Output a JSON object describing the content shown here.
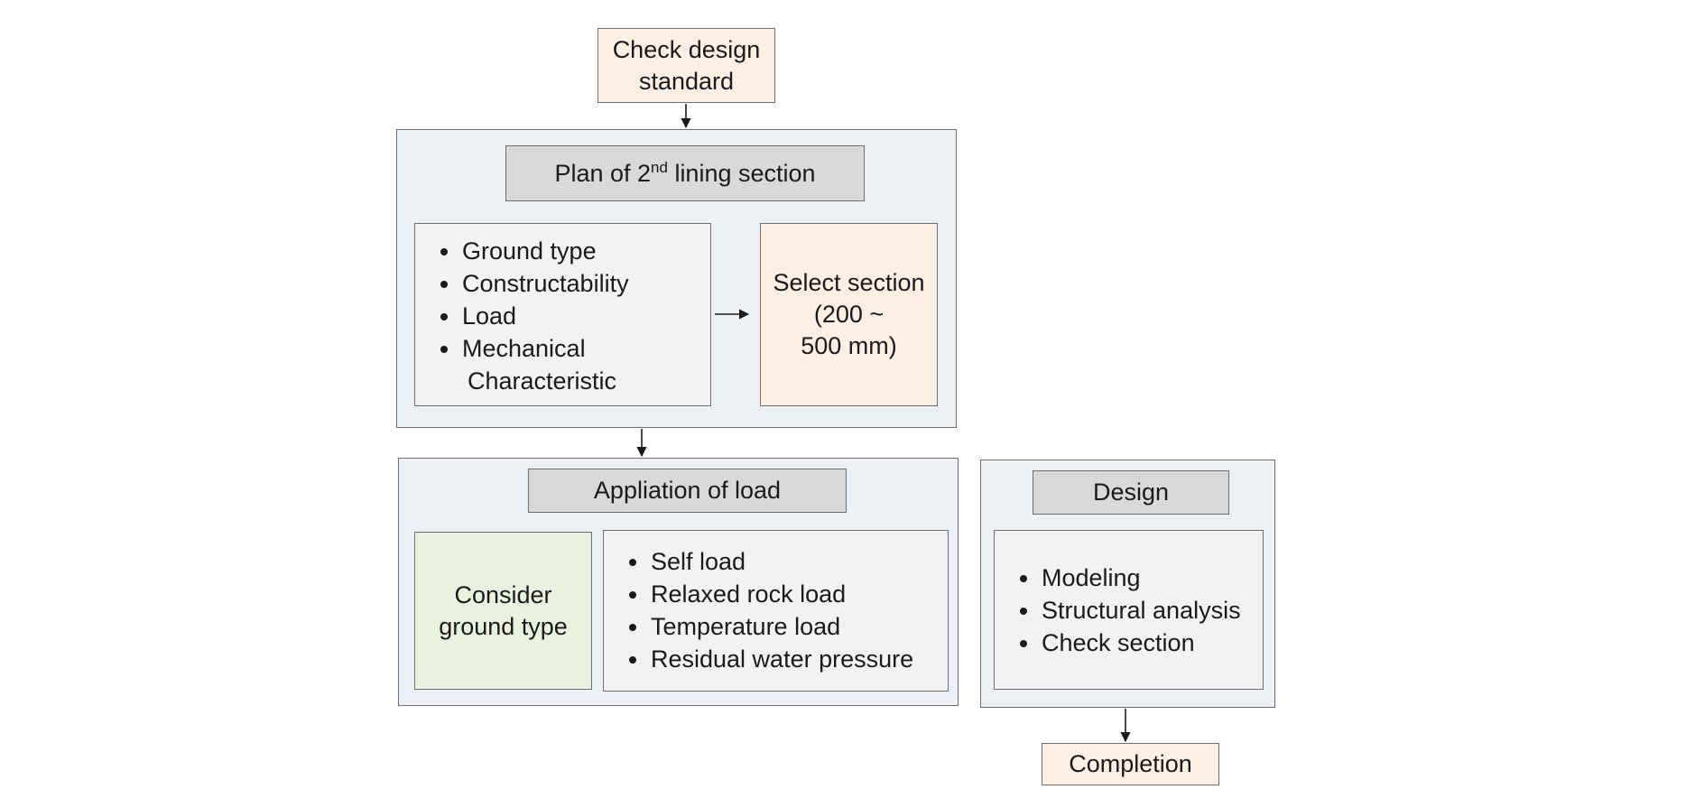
{
  "nodes": {
    "check_design": {
      "line1": "Check design",
      "line2": "standard"
    },
    "plan": {
      "prefix": "Plan of 2",
      "sup": "nd",
      "suffix": " lining section"
    },
    "plan_factors": [
      "Ground type",
      "Constructability",
      "Load",
      "Mechanical"
    ],
    "plan_factors_continuation": "Characteristic",
    "select_section": {
      "line1": "Select section",
      "line2": "(200  ~",
      "line3": "500 mm)"
    },
    "application": {
      "title": "Appliation of load"
    },
    "consider_ground": {
      "line1": "Consider",
      "line2": "ground type"
    },
    "loads": [
      "Self load",
      "Relaxed rock load",
      "Temperature load",
      "Residual water pressure"
    ],
    "design": {
      "title": "Design"
    },
    "design_steps": [
      "Modeling",
      "Structural analysis",
      "Check section"
    ],
    "completion": {
      "label": "Completion"
    }
  },
  "colors": {
    "peach": "#fdefe3",
    "panel": "#edf0f5",
    "title_grey": "#d9d9d9",
    "item_grey": "#f2f2f2",
    "green": "#eaf1e1",
    "border": "#6e6e6e"
  }
}
